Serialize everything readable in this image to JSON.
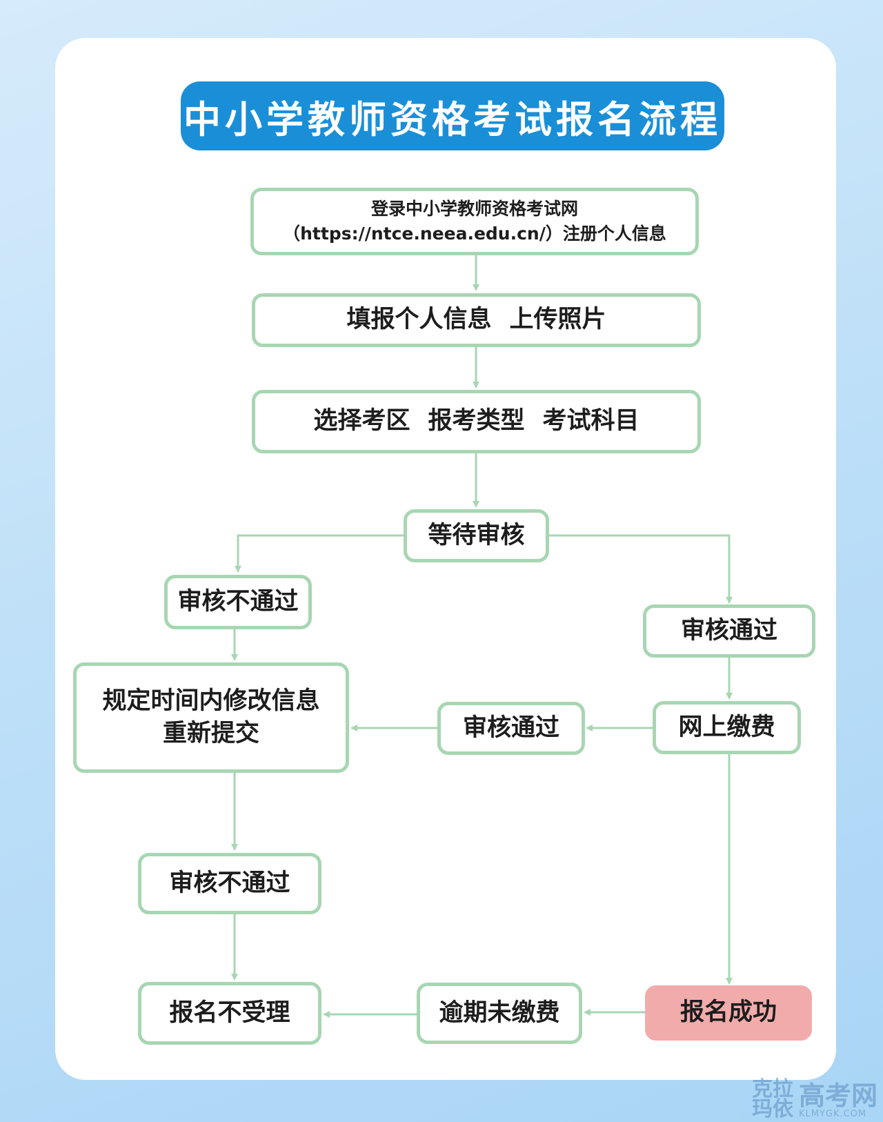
{
  "title": "中小学教师资格考试报名流程",
  "step1": {
    "line1": "登录中小学教师资格考试网",
    "line2": "（https://ntce.neea.edu.cn/）注册个人信息"
  },
  "step2": {
    "part1": "填报个人信息",
    "part2": "上传照片"
  },
  "step3": {
    "part1": "选择考区",
    "part2": "报考类型",
    "part3": "考试科目"
  },
  "wait": "等待审核",
  "fail1": "审核不通过",
  "pass1": "审核通过",
  "modify": {
    "line1": "规定时间内修改信息",
    "line2": "重新提交"
  },
  "pass2": "审核通过",
  "pay": "网上缴费",
  "fail2": "审核不通过",
  "reject": "报名不受理",
  "overdue": "逾期未缴费",
  "success": "报名成功",
  "watermark": {
    "logo": "克拉玛依",
    "name": "高考网",
    "url": "KLMYGK.COM"
  },
  "colors": {
    "title_bg": "#1a8fd8",
    "box_border": "#a7d6b2",
    "success_bg": "#f2abab",
    "arrow": "#a7d6b2"
  }
}
